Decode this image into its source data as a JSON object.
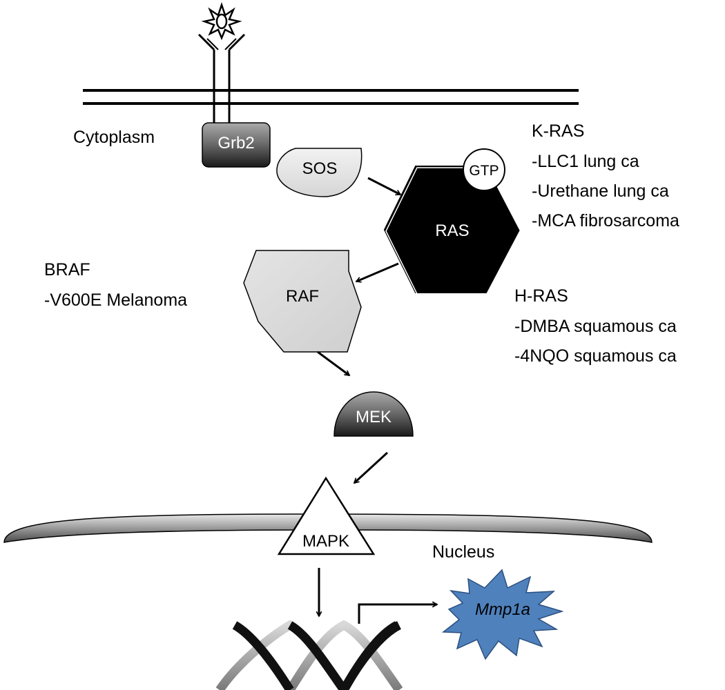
{
  "labels": {
    "cytoplasm": "Cytoplasm",
    "nucleus": "Nucleus"
  },
  "nodes": {
    "grb2": "Grb2",
    "sos": "SOS",
    "gtp": "GTP",
    "ras": "RAS",
    "raf": "RAF",
    "mek": "MEK",
    "mapk": "MAPK",
    "mmp1a": "Mmp1a"
  },
  "annotations": {
    "kras": {
      "title": "K-RAS",
      "items": [
        "-LLC1 lung ca",
        "-Urethane lung ca",
        "-MCA fibrosarcoma"
      ]
    },
    "hras": {
      "title": "H-RAS",
      "items": [
        "-DMBA squamous ca",
        "-4NQO squamous ca"
      ]
    },
    "braf": {
      "title": "BRAF",
      "items": [
        "-V600E Melanoma"
      ]
    }
  },
  "colors": {
    "ras_fill": "#000000",
    "raf_fill": "#d9d9d9",
    "sos_fill": "#e6e6e6",
    "mmp1a_fill": "#4f81bd",
    "outline": "#000000"
  }
}
